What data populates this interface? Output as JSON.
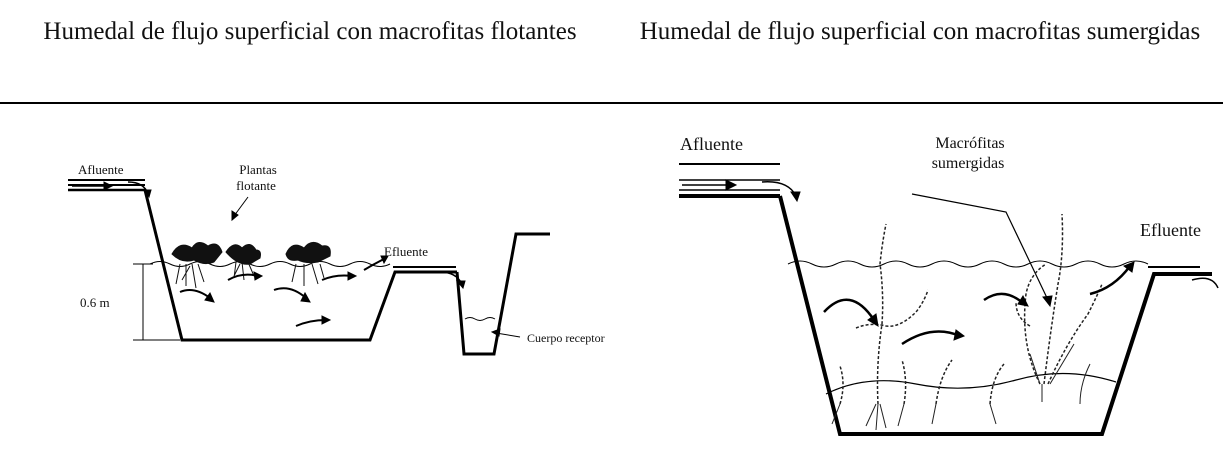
{
  "header": {
    "left_title": "Humedal de flujo superficial con macrofitas flotantes",
    "right_title": "Humedal de flujo superficial con macrofitas sumergidas"
  },
  "left_diagram": {
    "inflow_label": "Afluente",
    "plants_label_line1": "Plantas",
    "plants_label_line2": "flotante",
    "outflow_label": "Efluente",
    "depth_label": "0.6 m",
    "receiver_label": "Cuerpo receptor"
  },
  "right_diagram": {
    "inflow_label": "Afluente",
    "plants_label_line1": "Macrófitas",
    "plants_label_line2": "sumergidas",
    "outflow_label": "Efluente"
  }
}
